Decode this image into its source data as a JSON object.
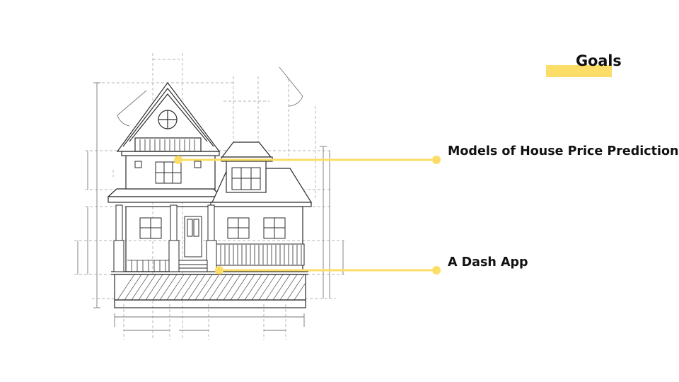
{
  "slide": {
    "title": "Goals",
    "accent_color": "#fcdd67",
    "callouts": [
      {
        "label": "Models of House Price Prediction"
      },
      {
        "label": "A Dash App"
      }
    ]
  }
}
